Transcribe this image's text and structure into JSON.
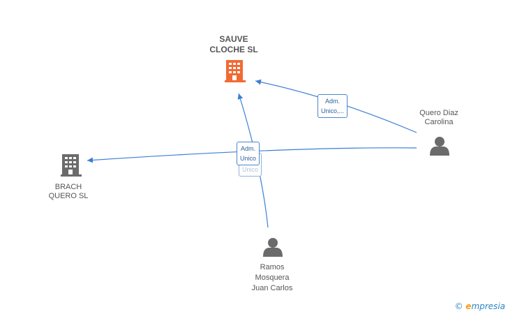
{
  "nodes": {
    "sauve": {
      "label": "SAUVE\nCLOCHE SL",
      "type": "company",
      "color": "#f26a33"
    },
    "brach": {
      "label": "BRACH\nQUERO  SL",
      "type": "company",
      "color": "#6b6b6b"
    },
    "quero": {
      "label": "Quero Diaz\nCarolina",
      "type": "person",
      "color": "#6b6b6b"
    },
    "ramos": {
      "label": "Ramos\nMosquera\nJuan Carlos",
      "type": "person",
      "color": "#6b6b6b"
    }
  },
  "edges": [
    {
      "from": "quero",
      "to": "sauve",
      "label": "Adm.\nUnico,..."
    },
    {
      "from": "quero",
      "to": "brach",
      "label": "Adm.\nUnico"
    },
    {
      "from": "ramos",
      "to": "sauve",
      "label": "Adm.\nUnico"
    }
  ],
  "colors": {
    "edge": "#3a7fd5"
  },
  "footer": {
    "copyright": "©",
    "e": "e",
    "brand": "mpresia"
  }
}
